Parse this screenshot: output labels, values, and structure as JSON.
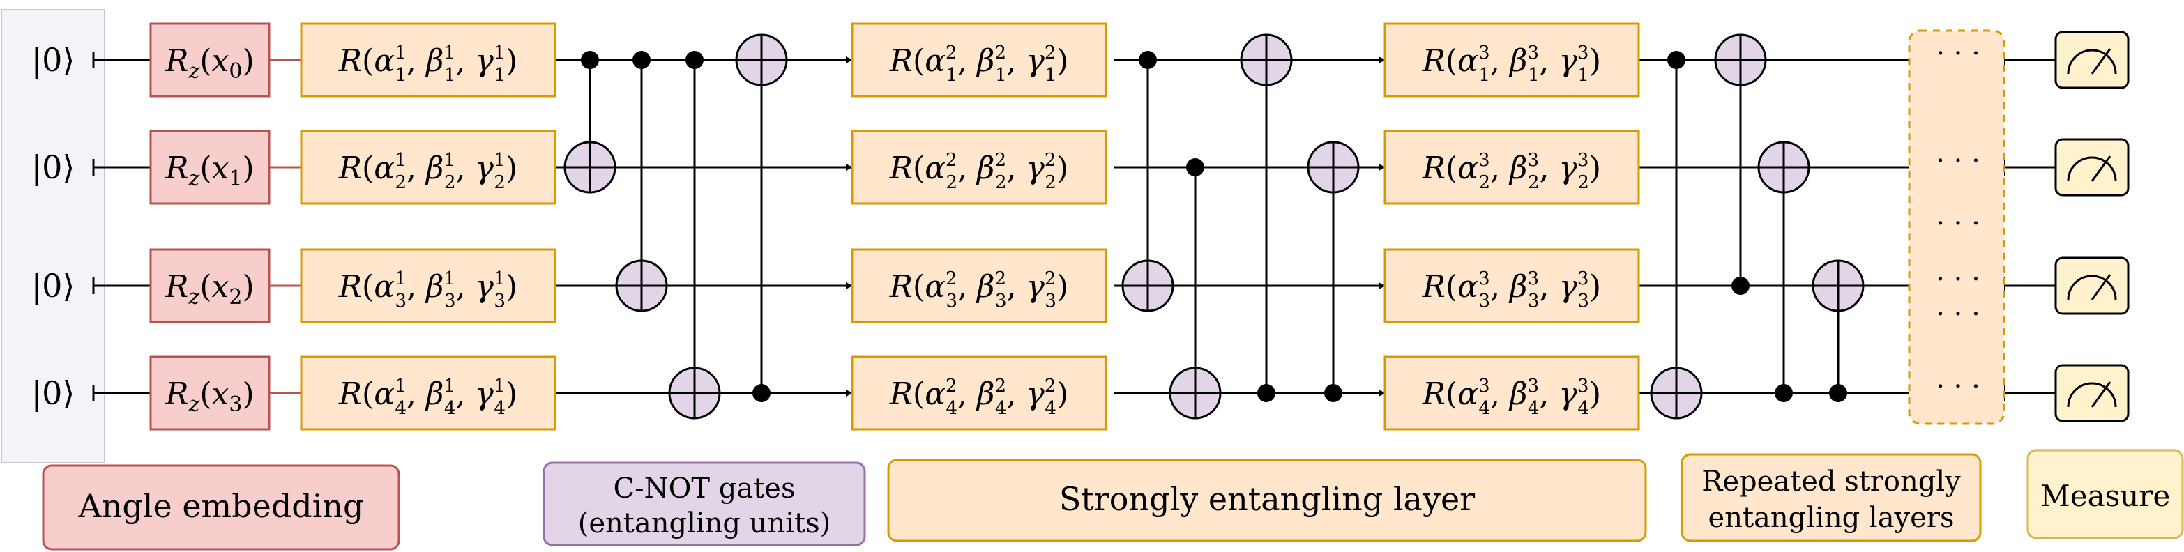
{
  "qubits": [
    {
      "ket": "|0⟩",
      "embed": {
        "base": "R",
        "sub": "z",
        "arg": "x",
        "argsub": "0"
      }
    },
    {
      "ket": "|0⟩",
      "embed": {
        "base": "R",
        "sub": "z",
        "arg": "x",
        "argsub": "1"
      }
    },
    {
      "ket": "|0⟩",
      "embed": {
        "base": "R",
        "sub": "z",
        "arg": "x",
        "argsub": "2"
      }
    },
    {
      "ket": "|0⟩",
      "embed": {
        "base": "R",
        "sub": "z",
        "arg": "x",
        "argsub": "3"
      }
    }
  ],
  "rotation": {
    "base": "R",
    "params": [
      "α",
      "β",
      "γ"
    ]
  },
  "layers": [
    {
      "layer": "1",
      "wires": [
        "1",
        "2",
        "3",
        "4"
      ]
    },
    {
      "layer": "2",
      "wires": [
        "1",
        "2",
        "3",
        "4"
      ]
    },
    {
      "layer": "3",
      "wires": [
        "1",
        "2",
        "3",
        "4"
      ]
    }
  ],
  "ellipsis": "· · ·",
  "legend": {
    "embedding": "Angle embedding",
    "cnot_line1": "C-NOT gates",
    "cnot_line2": "(entangling units)",
    "strong": "Strongly entangling layer",
    "repeated_line1": "Repeated strongly",
    "repeated_line2": "entangling layers",
    "measure": "Measure"
  },
  "colors": {
    "embed_fill": "#f8cecc",
    "embed_stroke": "#b85450",
    "rot_fill": "#ffe6cc",
    "rot_stroke": "#d79b00",
    "cnot_fill": "#e1d5e7",
    "cnot_stroke": "#9673a6",
    "measure_fill": "#fff2cc",
    "measure_stroke": "#d6b656",
    "input_fill": "#f5f3f8",
    "input_stroke": "#c9c4d4",
    "wire": "#000000"
  },
  "icons": {
    "measure": "meter-icon",
    "target": "cnot-target-icon",
    "control": "control-dot-icon"
  }
}
